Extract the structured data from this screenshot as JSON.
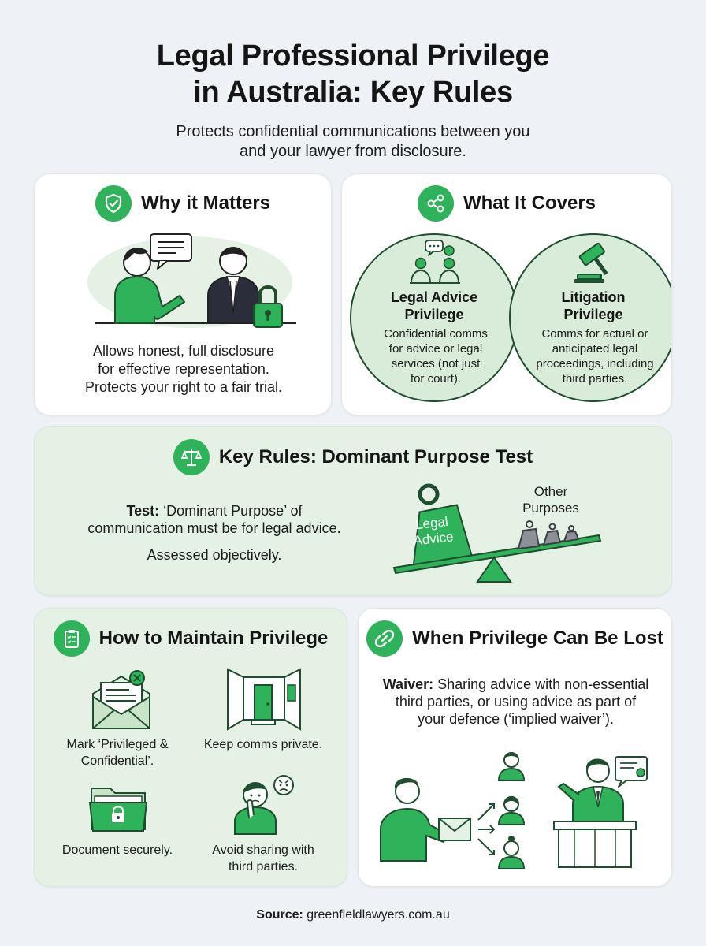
{
  "header": {
    "title_line1": "Legal Professional Privilege",
    "title_line2": "in Australia: Key Rules",
    "subtitle_line1": "Protects confidential communications between you",
    "subtitle_line2": "and your lawyer from disclosure."
  },
  "why": {
    "title": "Why it Matters",
    "icon": "shield-check-icon",
    "line1": "Allows honest, full disclosure",
    "line2": "for effective representation.",
    "line3": "Protects your right to a fair trial."
  },
  "covers": {
    "title": "What It Covers",
    "icon": "share-icon",
    "advice": {
      "title_line1": "Legal Advice",
      "title_line2": "Privilege",
      "text_line1": "Confidential comms",
      "text_line2": "for advice or legal",
      "text_line3": "services (not just",
      "text_line4": "for court)."
    },
    "litigation": {
      "title_line1": "Litigation",
      "title_line2": "Privilege",
      "text_line1": "Comms for actual or",
      "text_line2": "anticipated legal",
      "text_line3": "proceedings, including",
      "text_line4": "third parties."
    }
  },
  "rules": {
    "title": "Key Rules: Dominant Purpose Test",
    "icon": "scales-icon",
    "test_label": "Test:",
    "test_line1": " ‘Dominant Purpose’ of",
    "test_line2": "communication must be for legal advice.",
    "assessed": "Assessed objectively.",
    "weight_line1": "Legal",
    "weight_line2": "Advice",
    "other_line1": "Other",
    "other_line2": "Purposes"
  },
  "maintain": {
    "title": "How to Maintain Privilege",
    "icon": "clipboard-checklist-icon",
    "mark_line1": "Mark ‘Privileged &",
    "mark_line2": "Confidential’.",
    "private": "Keep comms private.",
    "secure": "Document securely.",
    "avoid_line1": "Avoid sharing with",
    "avoid_line2": "third parties."
  },
  "lost": {
    "title": "When Privilege Can Be Lost",
    "icon": "broken-link-icon",
    "waiver_label": "Waiver:",
    "line1": " Sharing advice with non-essential",
    "line2": "third parties, or using advice as part of",
    "line3": "your defence (‘implied waiver’)."
  },
  "footer": {
    "source_label": "Source:",
    "source_value": " greenfieldlawyers.com.au"
  },
  "colors": {
    "accent": "#2fb35a",
    "dark_green": "#1f4d2f",
    "card_green": "#e6f1e6",
    "page_bg": "#eef1f5"
  }
}
